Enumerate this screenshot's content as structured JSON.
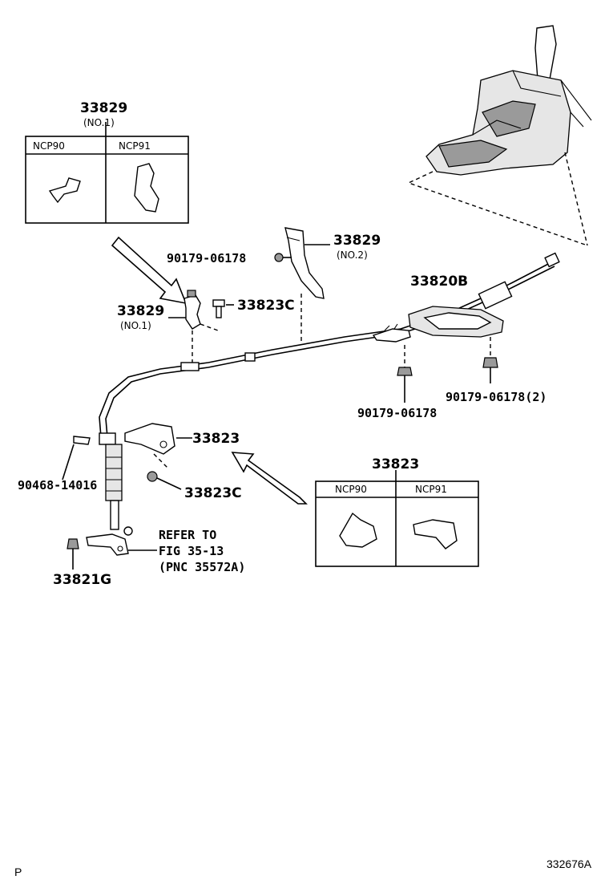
{
  "callouts": {
    "bracket_no1_top": "33829",
    "bracket_no1_top_sub": "(NO.1)",
    "bracket_no2": "33829",
    "bracket_no2_sub": "(NO.2)",
    "nut_upper": "90179-06178",
    "shift_plate": "33820B",
    "bracket_no1_mid": "33829",
    "bracket_no1_mid_sub": "(NO.1)",
    "bolt_upper": "33823C",
    "nut_plate_right": "90179-06178(2)",
    "nut_plate_center": "90179-06178",
    "bracket_33823": "33823",
    "clip": "90468-14016",
    "bolt_lower": "33823C",
    "refer_1": "REFER TO",
    "refer_2": "FIG 35-13",
    "refer_3": "(PNC 35572A)",
    "nut_lower": "33821G",
    "bracket_33823_table": "33823"
  },
  "variant_table_1": {
    "col_left": "NCP90",
    "col_right": "NCP91"
  },
  "variant_table_2": {
    "col_left": "NCP90",
    "col_right": "NCP91"
  },
  "footer": {
    "left": "P",
    "right": "332676A"
  }
}
